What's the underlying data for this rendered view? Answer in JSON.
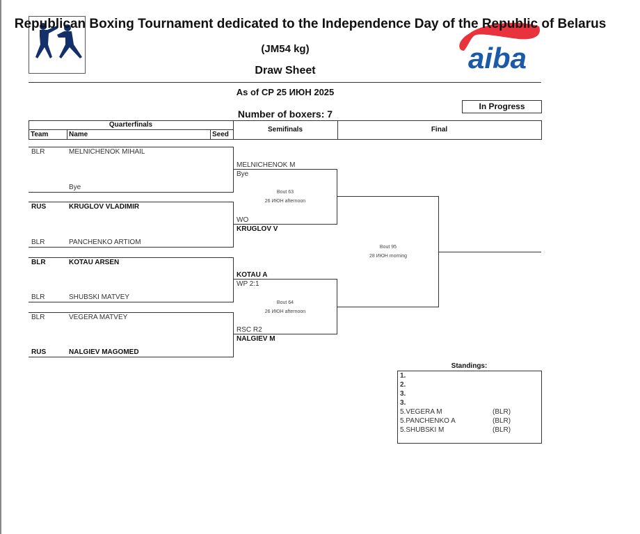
{
  "header": {
    "title": "Republican Boxing Tournament dedicated to the Independence Day of the Republic of Belarus",
    "category": "(JM54 kg)",
    "doc_type": "Draw Sheet",
    "as_of": "As of СР 25 ИЮН 2025",
    "num_boxers": "Number of boxers: 7",
    "status": "In Progress",
    "logo_text": "aiba"
  },
  "table_header": {
    "quarterfinals": "Quarterfinals",
    "team": "Team",
    "name": "Name",
    "seed": "Seed",
    "semifinals": "Semifinals",
    "final": "Final"
  },
  "quarterfinals": [
    {
      "team": "BLR",
      "name": "MELNICHENOK MIHAIL",
      "bold": false
    },
    {
      "team": "",
      "name": "Bye",
      "bold": false
    },
    {
      "team": "RUS",
      "name": "KRUGLOV VLADIMIR",
      "bold": true
    },
    {
      "team": "BLR",
      "name": "PANCHENKO ARTIOM",
      "bold": false
    },
    {
      "team": "BLR",
      "name": "KOTAU ARSEN",
      "bold": true
    },
    {
      "team": "BLR",
      "name": "SHUBSKI MATVEY",
      "bold": false
    },
    {
      "team": "BLR",
      "name": "VEGERA MATVEY",
      "bold": false
    },
    {
      "team": "RUS",
      "name": "NALGIEV MAGOMED",
      "bold": true
    }
  ],
  "qf_results": [
    {
      "winner": "MELNICHENOK M",
      "result": "Bye"
    },
    {
      "winner": "KRUGLOV V",
      "result": "WO"
    },
    {
      "winner": "KOTAU A",
      "result": "WP 2:1"
    },
    {
      "winner": "NALGIEV M",
      "result": "RSC R2"
    }
  ],
  "semifinal_bouts": [
    {
      "bout": "Bout 63",
      "time": "26 ИЮН afternoon"
    },
    {
      "bout": "Bout 64",
      "time": "26 ИЮН afternoon"
    }
  ],
  "final_bout": {
    "bout": "Bout 95",
    "time": "28 ИЮН morning"
  },
  "standings": {
    "label": "Standings:",
    "rows": [
      {
        "place": "1.",
        "name": "",
        "team": ""
      },
      {
        "place": "2.",
        "name": "",
        "team": ""
      },
      {
        "place": "3.",
        "name": "",
        "team": ""
      },
      {
        "place": "3.",
        "name": "",
        "team": ""
      },
      {
        "place": "5.",
        "name": "VEGERA M",
        "team": "(BLR)"
      },
      {
        "place": "5.",
        "name": "PANCHENKO A",
        "team": "(BLR)"
      },
      {
        "place": "5.",
        "name": "SHUBSKI M",
        "team": "(BLR)"
      }
    ]
  },
  "colors": {
    "logo_blue": "#1a5aa8",
    "logo_red": "#e8323c",
    "boxer_blue": "#14306a"
  }
}
